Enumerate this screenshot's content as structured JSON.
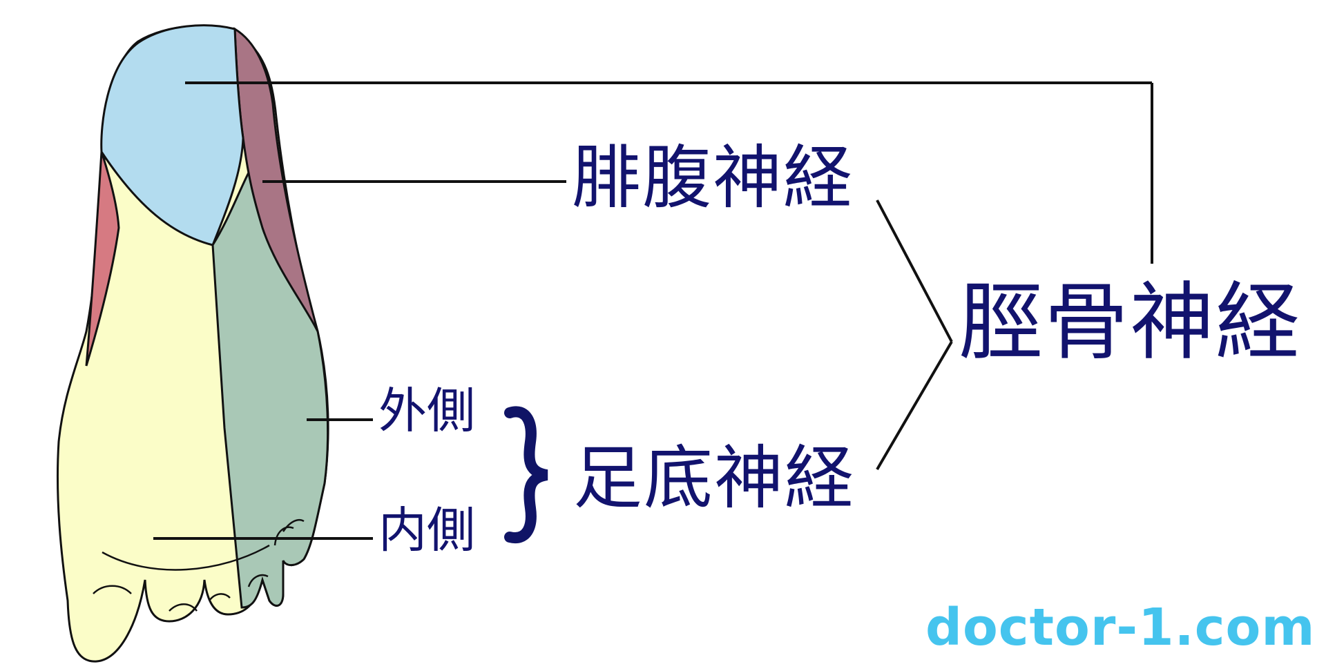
{
  "labels": {
    "sural_nerve": "腓腹神経",
    "plantar_nerve": "足底神経",
    "tibial_nerve": "脛骨神経",
    "lateral": "外側",
    "medial": "内側"
  },
  "watermark": "doctor-1.com",
  "colors": {
    "heel_region": "#b3dcef",
    "sural_lateral_region": "#a97585",
    "medial_edge_region": "#d67a82",
    "medial_plantar_region": "#fbfdc8",
    "lateral_plantar_region": "#a9c8b6",
    "label_text": "#12136e",
    "bracket": "#101466",
    "watermark": "#45c4ee"
  }
}
